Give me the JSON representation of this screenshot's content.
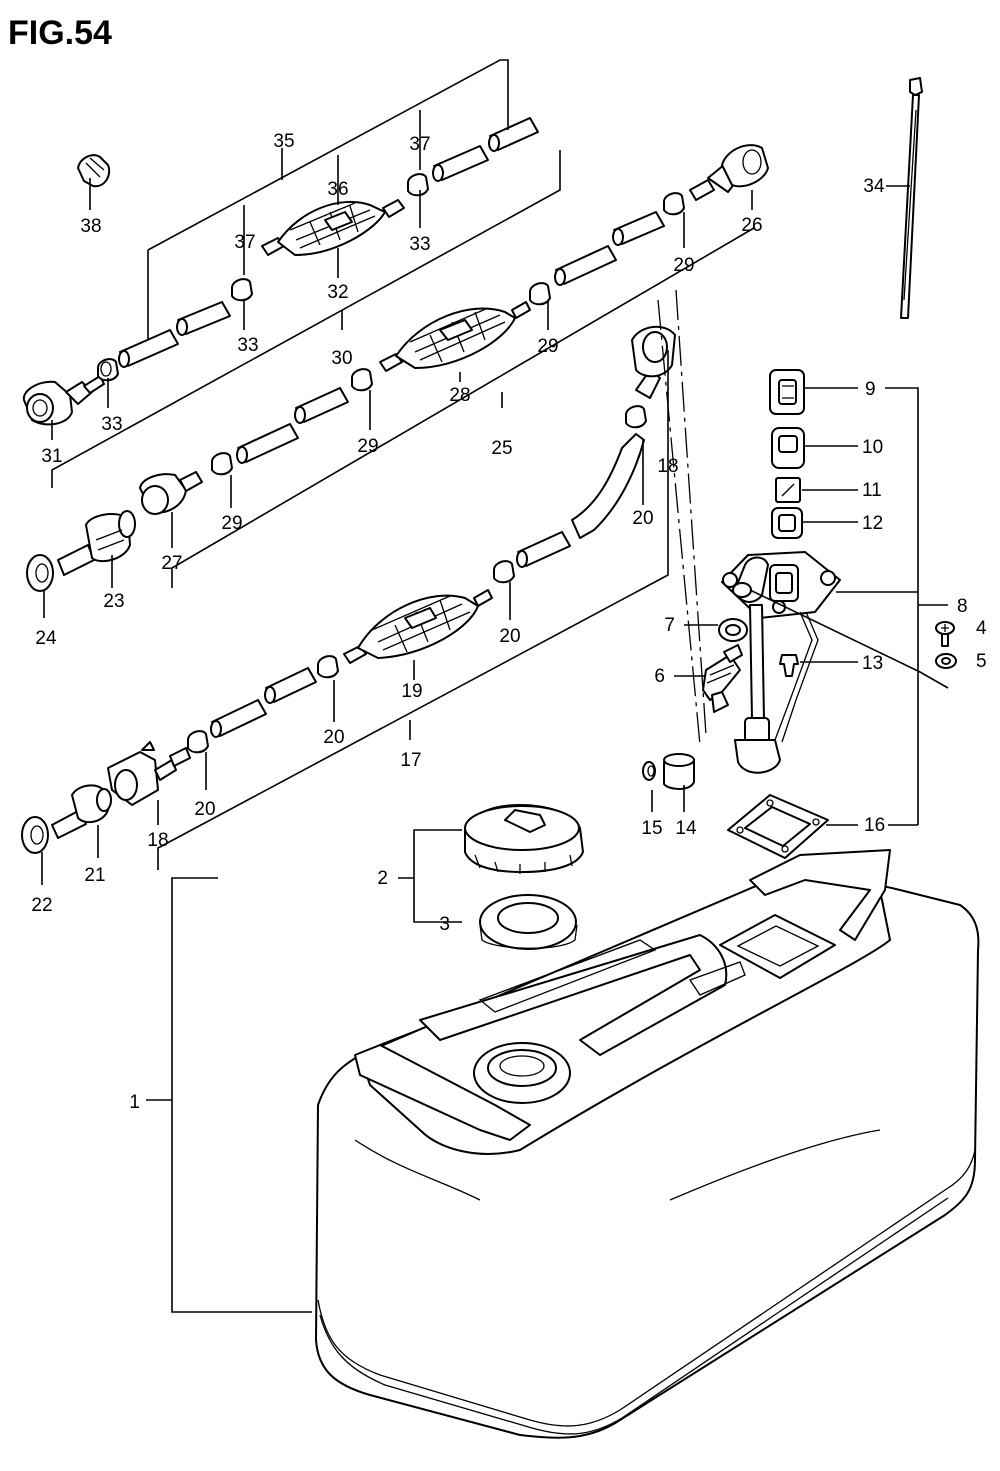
{
  "figure": {
    "title": "FIG.54"
  },
  "callouts": [
    {
      "id": "c1",
      "label": "1"
    },
    {
      "id": "c2",
      "label": "2"
    },
    {
      "id": "c3",
      "label": "3"
    },
    {
      "id": "c4",
      "label": "4"
    },
    {
      "id": "c5",
      "label": "5"
    },
    {
      "id": "c6",
      "label": "6"
    },
    {
      "id": "c7",
      "label": "7"
    },
    {
      "id": "c8",
      "label": "8"
    },
    {
      "id": "c9",
      "label": "9"
    },
    {
      "id": "c10",
      "label": "10"
    },
    {
      "id": "c11",
      "label": "11"
    },
    {
      "id": "c12",
      "label": "12"
    },
    {
      "id": "c13",
      "label": "13"
    },
    {
      "id": "c14",
      "label": "14"
    },
    {
      "id": "c15",
      "label": "15"
    },
    {
      "id": "c16",
      "label": "16"
    },
    {
      "id": "c17",
      "label": "17"
    },
    {
      "id": "c18a",
      "label": "18"
    },
    {
      "id": "c18b",
      "label": "18"
    },
    {
      "id": "c19",
      "label": "19"
    },
    {
      "id": "c20a",
      "label": "20"
    },
    {
      "id": "c20b",
      "label": "20"
    },
    {
      "id": "c20c",
      "label": "20"
    },
    {
      "id": "c20d",
      "label": "20"
    },
    {
      "id": "c21",
      "label": "21"
    },
    {
      "id": "c22",
      "label": "22"
    },
    {
      "id": "c23",
      "label": "23"
    },
    {
      "id": "c24",
      "label": "24"
    },
    {
      "id": "c25",
      "label": "25"
    },
    {
      "id": "c26",
      "label": "26"
    },
    {
      "id": "c27",
      "label": "27"
    },
    {
      "id": "c28",
      "label": "28"
    },
    {
      "id": "c29a",
      "label": "29"
    },
    {
      "id": "c29b",
      "label": "29"
    },
    {
      "id": "c29c",
      "label": "29"
    },
    {
      "id": "c29d",
      "label": "29"
    },
    {
      "id": "c30",
      "label": "30"
    },
    {
      "id": "c31",
      "label": "31"
    },
    {
      "id": "c32",
      "label": "32"
    },
    {
      "id": "c33a",
      "label": "33"
    },
    {
      "id": "c33b",
      "label": "33"
    },
    {
      "id": "c33c",
      "label": "33"
    },
    {
      "id": "c34",
      "label": "34"
    },
    {
      "id": "c35",
      "label": "35"
    },
    {
      "id": "c36",
      "label": "36"
    },
    {
      "id": "c37a",
      "label": "37"
    },
    {
      "id": "c37b",
      "label": "37"
    },
    {
      "id": "c38",
      "label": "38"
    }
  ]
}
